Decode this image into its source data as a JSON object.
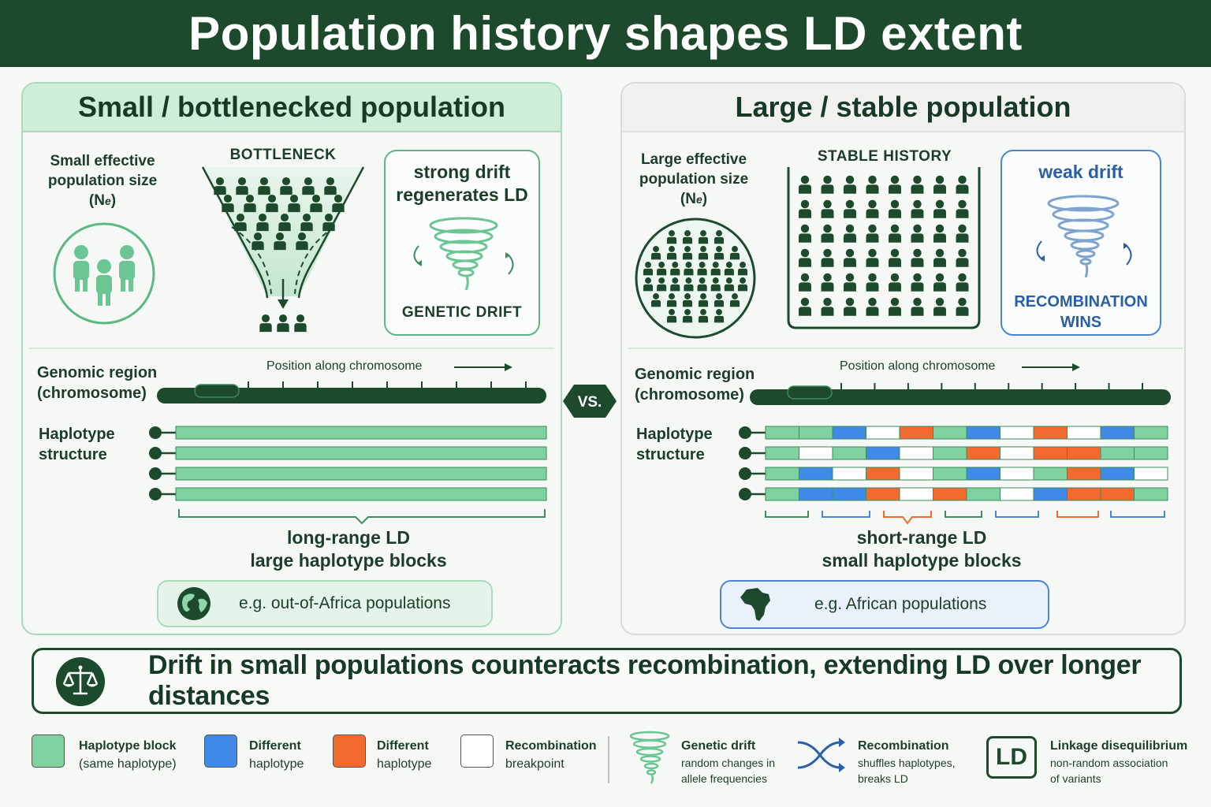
{
  "title": "Population history shapes LD extent",
  "left": {
    "heading": "Small  /  bottlenecked population",
    "ne_label_lines": [
      "Small effective",
      "population size",
      "(Ne)"
    ],
    "bottleneck_label": "BOTTLENECK",
    "drift_title_lines": [
      "strong drift",
      "regenerates LD"
    ],
    "drift_caption": "GENETIC DRIFT",
    "genomic_region_lines": [
      "Genomic region",
      "(chromosome)"
    ],
    "position_label": "Position along chromosome",
    "haplotype_lines": [
      "Haplotype",
      "structure"
    ],
    "ld_lines": [
      "long-range LD",
      "large haplotype blocks"
    ],
    "example": "e.g. out-of-Africa populations"
  },
  "right": {
    "heading": "Large / stable population",
    "ne_label_lines": [
      "Large effective",
      "population size",
      "(Ne)"
    ],
    "history_label": "STABLE HISTORY",
    "drift_title": "weak drift",
    "drift_caption_lines": [
      "RECOMBINATION",
      "WINS"
    ],
    "genomic_region_lines": [
      "Genomic region",
      "(chromosome)"
    ],
    "position_label": "Position along chromosome",
    "haplotype_lines": [
      "Haplotype",
      "structure"
    ],
    "ld_lines": [
      "short-range LD",
      "small haplotype blocks"
    ],
    "example": "e.g. African populations"
  },
  "vs_label": "VS.",
  "summary": "Drift in small populations counteracts recombination, extending LD over longer distances",
  "legend": {
    "items": [
      {
        "title": "Haplotype block",
        "sub": "(same haplotype)"
      },
      {
        "title": "Different",
        "sub": "haplotype"
      },
      {
        "title": "Different",
        "sub": "haplotype"
      },
      {
        "title": "Recombination",
        "sub": "breakpoint"
      },
      {
        "title": "Genetic drift",
        "sub_lines": [
          "random changes in",
          "allele frequencies"
        ]
      },
      {
        "title": "Recombination",
        "sub_lines": [
          "shuffles haplotypes,",
          "breaks LD"
        ]
      },
      {
        "badge": "LD",
        "title": "Linkage disequilibrium",
        "sub_lines": [
          "non-random association",
          "of variants"
        ]
      }
    ]
  },
  "colors": {
    "dark_green": "#1d4a2c",
    "haplotype_green": "#7fd1a0",
    "haplotype_blue": "#3f8ae6",
    "haplotype_orange": "#f26a2e",
    "breakpoint_white": "#ffffff",
    "accent_blue": "#4a86d6"
  },
  "haplotypes": {
    "right_rows": [
      [
        "g",
        "g",
        "b",
        "w",
        "o",
        "g",
        "b",
        "w",
        "o",
        "w",
        "b",
        "g"
      ],
      [
        "g",
        "w",
        "g",
        "b",
        "w",
        "g",
        "o",
        "w",
        "o",
        "o",
        "g",
        "g"
      ],
      [
        "g",
        "b",
        "w",
        "o",
        "w",
        "g",
        "b",
        "w",
        "g",
        "o",
        "b",
        "w"
      ],
      [
        "g",
        "b",
        "b",
        "o",
        "w",
        "o",
        "g",
        "w",
        "b",
        "o",
        "o",
        "g"
      ]
    ]
  }
}
